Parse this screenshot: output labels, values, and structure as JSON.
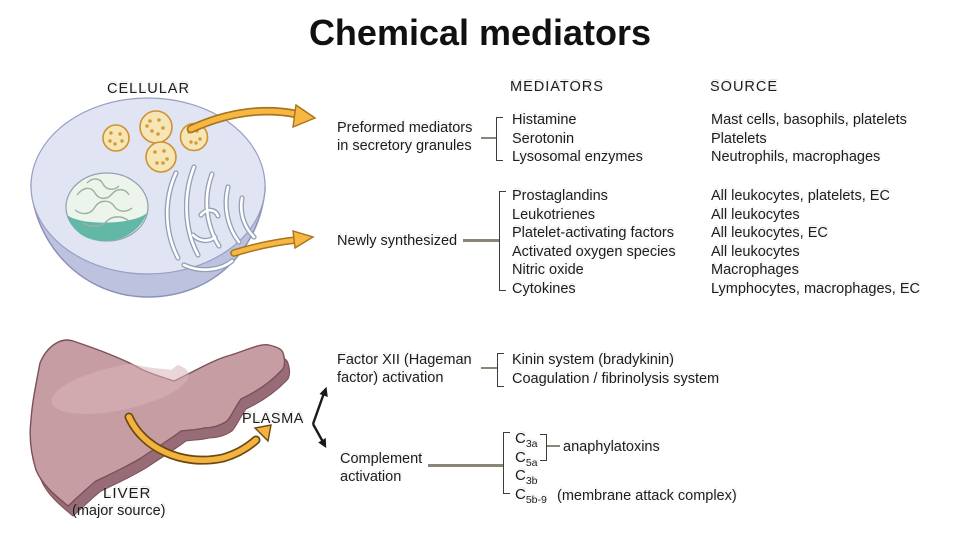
{
  "title": "Chemical mediators",
  "headers": {
    "cellular": "CELLULAR",
    "mediators": "MEDIATORS",
    "source": "SOURCE"
  },
  "groups": [
    {
      "label_lines": [
        "Preformed mediators",
        "in secretory granules"
      ],
      "mediators": [
        "Histamine",
        "Serotonin",
        "Lysosomal enzymes"
      ],
      "sources": [
        "Mast cells, basophils, platelets",
        "Platelets",
        "Neutrophils, macrophages"
      ]
    },
    {
      "label_lines": [
        "Newly synthesized"
      ],
      "mediators": [
        "Prostaglandins",
        "Leukotrienes",
        "Platelet-activating factors",
        "Activated oxygen species",
        "Nitric oxide",
        "Cytokines"
      ],
      "sources": [
        "All leukocytes, platelets, EC",
        "All leukocytes",
        "All leukocytes, EC",
        "All leukocytes",
        "Macrophages",
        "Lymphocytes, macrophages, EC"
      ]
    },
    {
      "label_lines": [
        "Factor XII (Hageman",
        "factor) activation"
      ],
      "mediators": [
        "Kinin system (bradykinin)",
        "Coagulation / fibrinolysis system"
      ]
    },
    {
      "label_lines": [
        "Complement",
        "activation"
      ],
      "complement": [
        {
          "base": "C",
          "sub": "3a"
        },
        {
          "base": "C",
          "sub": "5a"
        },
        {
          "base": "C",
          "sub": "3b"
        },
        {
          "base": "C",
          "sub": "5b-9"
        }
      ],
      "annotations": {
        "anaphylatoxins": "anaphylatoxins",
        "membrane_attack": "(membrane attack complex)"
      }
    }
  ],
  "labels": {
    "plasma": "PLASMA",
    "liver": "LIVER",
    "liver_note": "(major source)"
  },
  "colors": {
    "text": "#1c1c1c",
    "connector_line": "#8b8578",
    "bracket": "#3d3d3d",
    "arrow_fill": "#f5b540",
    "arrow_outline": "#a8741c",
    "cell_top": "#e1e4f3",
    "cell_bottom": "#bdc3df",
    "granule_fill": "#f6e5b5",
    "granule_outline": "#cf9230",
    "nucleus_fill": "#edf4eb",
    "nucleus_teal": "#63b7a7",
    "er_outline": "#94a0b6",
    "liver_body": "#c59da2",
    "liver_shadow": "#976c77",
    "liver_outline": "#7d4f58"
  }
}
